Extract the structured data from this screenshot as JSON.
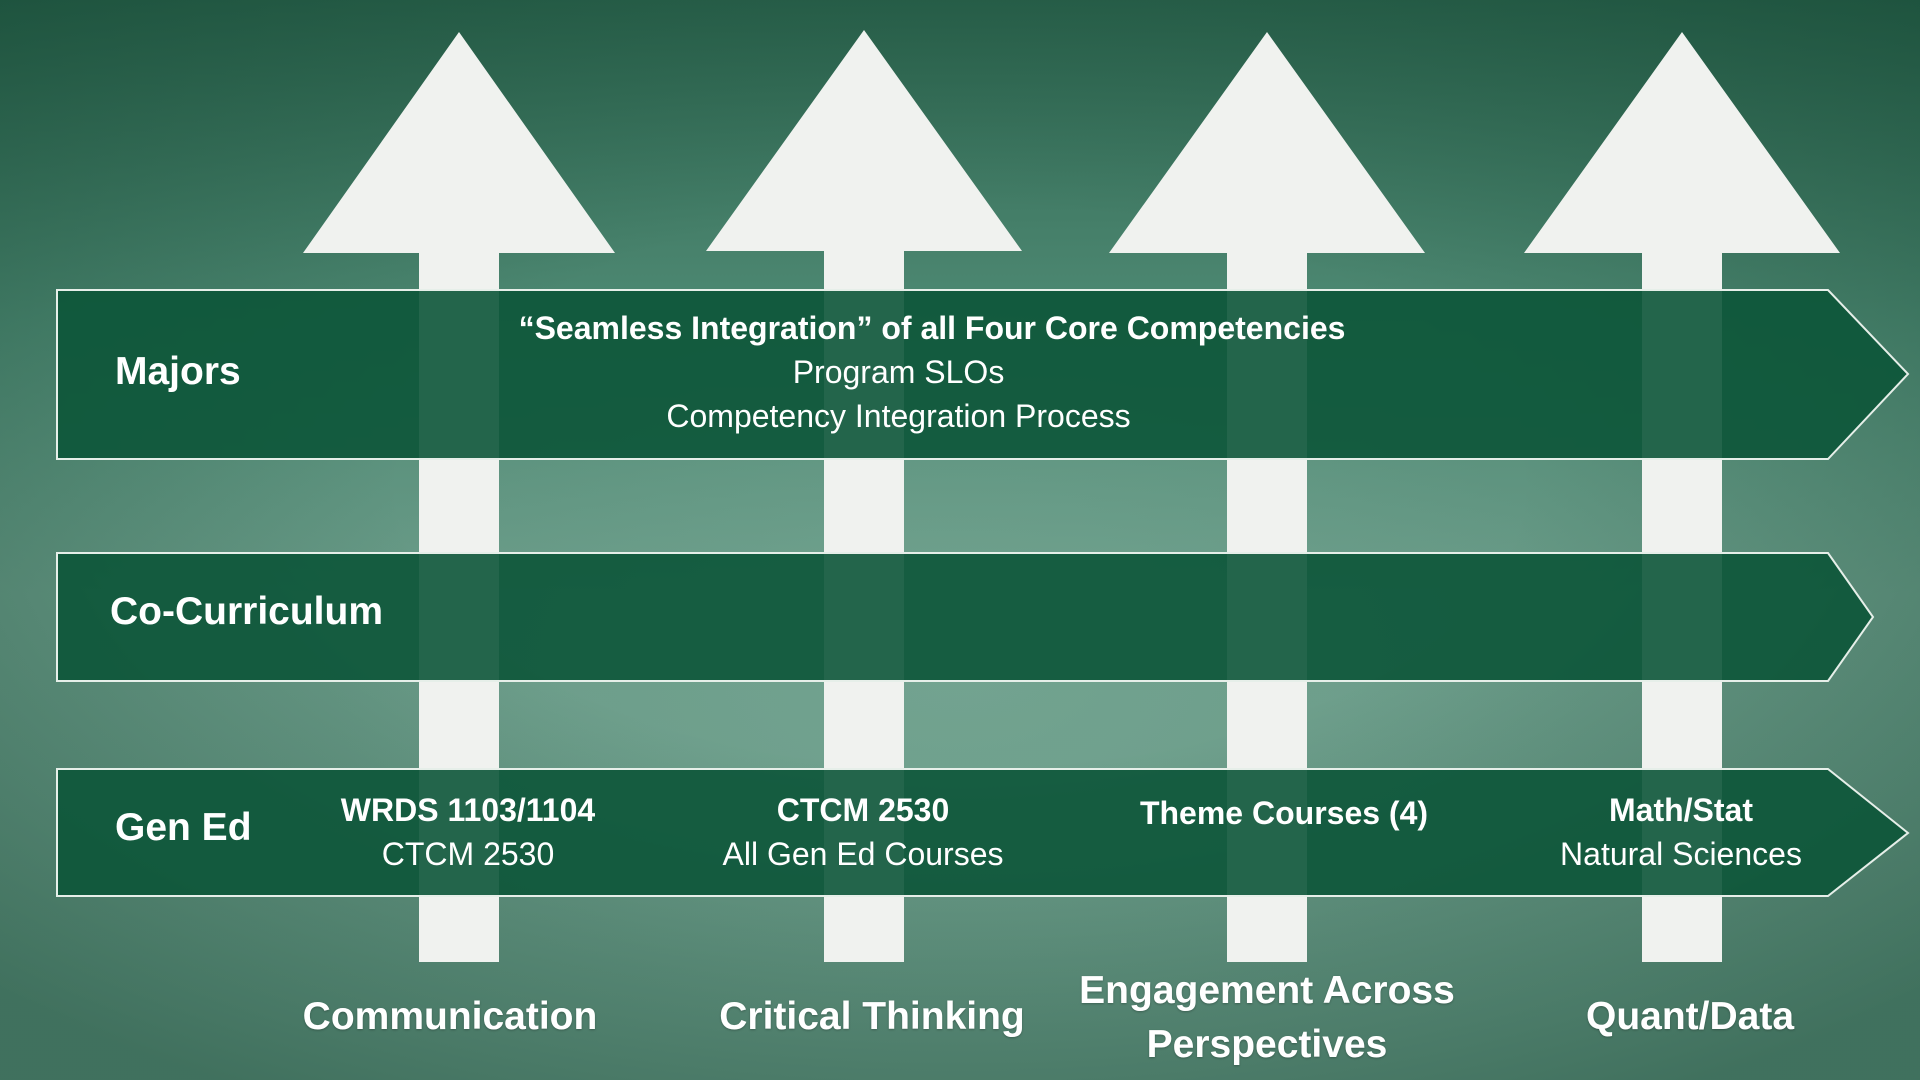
{
  "rows": {
    "majors": {
      "label": "Majors",
      "heading": "“Seamless Integration” of all Four Core Competencies",
      "line1": "Program SLOs",
      "line2": "Competency Integration Process"
    },
    "cocurriculum": {
      "label": "Co-Curriculum"
    },
    "gened": {
      "label": "Gen Ed",
      "cells": [
        {
          "bold": "WRDS 1103/1104",
          "normal": "CTCM 2530"
        },
        {
          "bold": "CTCM 2530",
          "normal": "All Gen Ed Courses"
        },
        {
          "bold": "Theme Courses (4)",
          "normal": ""
        },
        {
          "bold": "Math/Stat",
          "normal": "Natural Sciences"
        }
      ]
    }
  },
  "competencies": [
    {
      "line1": "Communication",
      "line2": ""
    },
    {
      "line1": "Critical Thinking",
      "line2": ""
    },
    {
      "line1": "Engagement Across",
      "line2": "Perspectives"
    },
    {
      "line1": "Quant/Data",
      "line2": ""
    }
  ],
  "colors": {
    "band_fill": "#0c5539",
    "band_stroke": "#e6efe9",
    "arrow_fill": "#f0f2ef",
    "text": "#ffffff"
  }
}
